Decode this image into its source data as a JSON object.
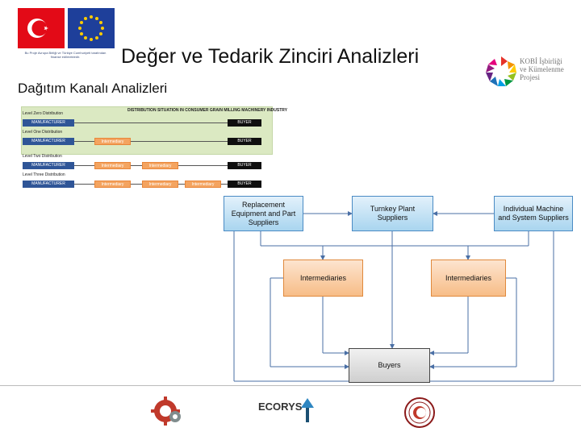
{
  "header": {
    "title": "Değer ve Tedarik Zinciri Analizleri",
    "subtitle": "Dağıtım Kanalı Analizleri",
    "logo_caption": "Bu Proje Avrupa Birliği ve Türkiye Cumhuriyeti tarafından finanse edilmektedir.",
    "kobi_logo_text": [
      "KOBİ İşbirliği",
      "ve Kümelenme",
      "Projesi"
    ]
  },
  "distribution_chart": {
    "heading": "DISTRIBUTION SITUATION IN CONSUMER GRAIN MILLING MACHINERY INDUSTRY",
    "levels": [
      {
        "label": "Level Zero Distribution",
        "manufacturer": "MANUFACTURER",
        "intermediaries": [],
        "buyer": "BUYER"
      },
      {
        "label": "Level One Distribution",
        "manufacturer": "MANUFACTURER",
        "intermediaries": [
          "Intermediary"
        ],
        "buyer": "BUYER"
      },
      {
        "label": "Level Two Distribution",
        "manufacturer": "MANUFACTURER",
        "intermediaries": [
          "Intermediary",
          "Intermediary"
        ],
        "buyer": "BUYER"
      },
      {
        "label": "Level Three Distribution",
        "manufacturer": "MANUFACTURER",
        "intermediaries": [
          "Intermediary",
          "Intermediary",
          "Intermediary"
        ],
        "buyer": "BUYER"
      }
    ]
  },
  "diagram": {
    "nodes": {
      "replacement": "Replacement Equipment and Part Suppliers",
      "turnkey": "Turnkey Plant Suppliers",
      "individual": "Individual Machine and System Suppliers",
      "inter_left": "Intermediaries",
      "inter_right": "Intermediaries",
      "buyers": "Buyers"
    }
  },
  "footer": {
    "ecorys": "ECORYS"
  },
  "colors": {
    "tr_red": "#e30a17",
    "eu_blue": "#1e3f9a",
    "panel_green": "#dbe9c2",
    "manufacturer_blue": "#2f5597",
    "intermediary_orange": "#f4a460"
  }
}
